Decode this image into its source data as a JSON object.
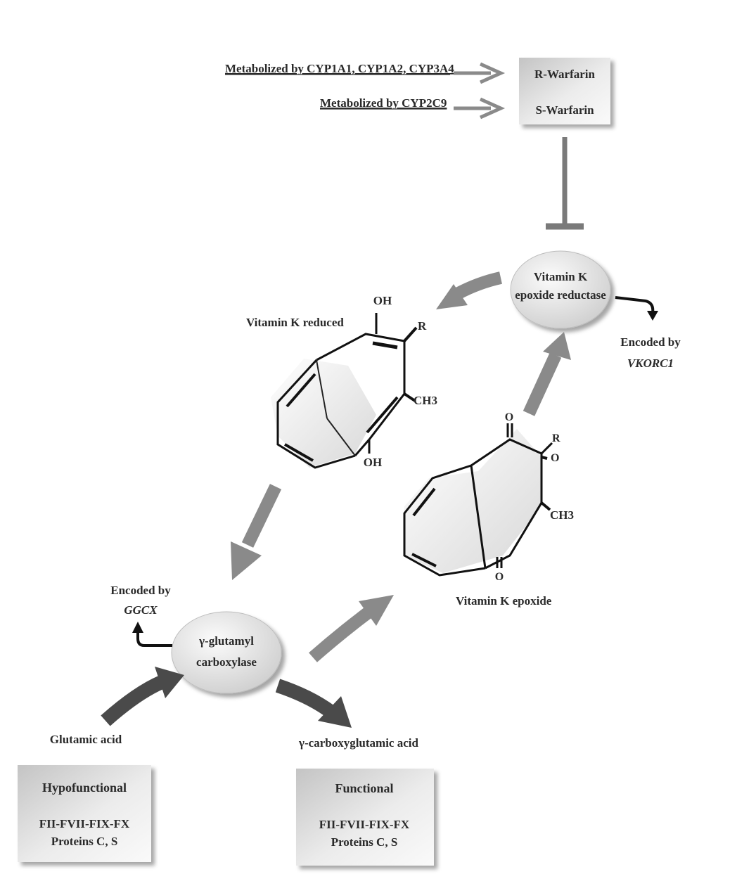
{
  "warfarin": {
    "metab1": "Metabolized by CYP1A1, CYP1A2, CYP3A4",
    "metab2": "Metabolized by CYP2C9",
    "r_warfarin": "R-Warfarin",
    "s_warfarin": "S-Warfarin"
  },
  "vkor": {
    "line1": "Vitamin K",
    "line2": "epoxide reductase",
    "encoded_label": "Encoded by",
    "gene": "VKORC1"
  },
  "vk_reduced": {
    "title": "Vitamin K reduced",
    "oh_top": "OH",
    "r": "R",
    "ch3": "CH3",
    "oh_bottom": "OH"
  },
  "vk_epoxide": {
    "title": "Vitamin K epoxide",
    "o_top": "O",
    "r": "R",
    "o_side": "O",
    "ch3": "CH3",
    "o_bottom": "O"
  },
  "ggcx": {
    "line1": "γ-glutamyl",
    "line2": "carboxylase",
    "encoded_label": "Encoded by",
    "gene": "GGCX"
  },
  "substrates": {
    "glutamic": "Glutamic  acid",
    "carboxyglutamic": "γ-carboxyglutamic acid"
  },
  "boxes": {
    "hypo": {
      "title": "Hypofunctional",
      "line1": "FII-FVII-FIX-FX",
      "line2": "Proteins C, S"
    },
    "func": {
      "title": "Functional",
      "line1": "FII-FVII-FIX-FX",
      "line2": "Proteins C, S"
    }
  },
  "colors": {
    "arrow_gray": "#8a8a8a",
    "arrow_dark": "#4a4a4a",
    "ellipse_fill": "#e6e6e6",
    "box_fill": "#d6d6d6"
  }
}
